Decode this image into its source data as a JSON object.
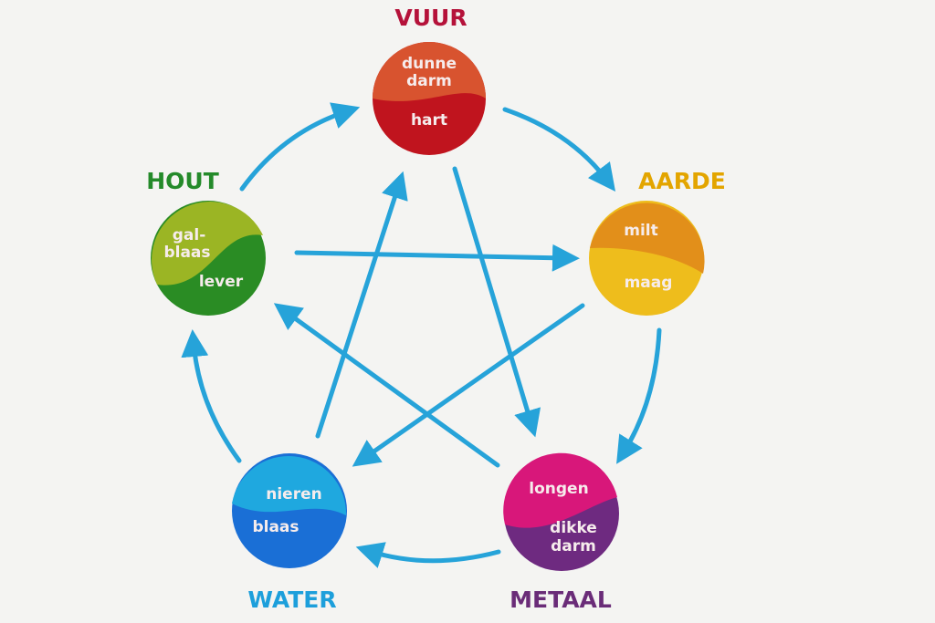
{
  "elements": {
    "vuur": {
      "name": "VUUR",
      "top": [
        "dunne",
        "darm"
      ],
      "bottom": [
        "hart"
      ],
      "color": "#b5123a",
      "top_color": "#d8532f",
      "bottom_color": "#c0141e"
    },
    "aarde": {
      "name": "AARDE",
      "top": [
        "milt"
      ],
      "bottom": [
        "maag"
      ],
      "color": "#e3a500",
      "top_color": "#e28f1a",
      "bottom_color": "#eebd1c"
    },
    "metaal": {
      "name": "METAAL",
      "top": [
        "longen"
      ],
      "bottom": [
        "dikke",
        "darm"
      ],
      "color": "#6a2c78",
      "top_color": "#d8177a",
      "bottom_color": "#6e2a80"
    },
    "water": {
      "name": "WATER",
      "top": [
        "nieren"
      ],
      "bottom": [
        "blaas"
      ],
      "color": "#1d9fdb",
      "top_color": "#1fa8df",
      "bottom_color": "#1a6fd6"
    },
    "hout": {
      "name": "HOUT",
      "top": [
        "gal-",
        "blaas"
      ],
      "bottom": [
        "lever"
      ],
      "color": "#248a2a",
      "top_color": "#9bb524",
      "bottom_color": "#2a8c24"
    }
  },
  "arrow_color": "#26a3d9"
}
